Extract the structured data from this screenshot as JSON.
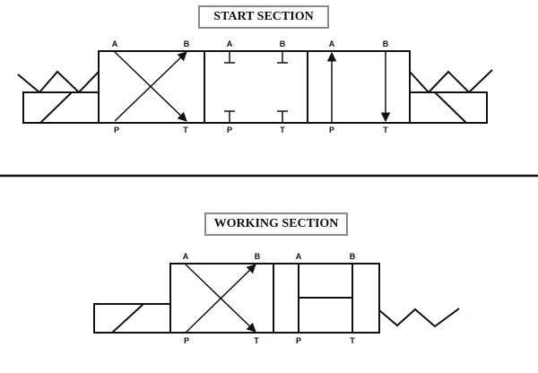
{
  "start_section": {
    "title": "START SECTION",
    "envelope1_ports": {
      "top_left": "A",
      "top_right": "B",
      "bottom_left": "P",
      "bottom_right": "T"
    },
    "envelope2_ports": {
      "top_left": "A",
      "top_right": "B",
      "bottom_left": "P",
      "bottom_right": "T"
    },
    "envelope3_ports": {
      "top_left": "A",
      "top_right": "B",
      "bottom_left": "P",
      "bottom_right": "T"
    }
  },
  "working_section": {
    "title": "WORKING SECTION",
    "envelope1_ports": {
      "top_left": "A",
      "top_right": "B",
      "bottom_left": "P",
      "bottom_right": "T"
    },
    "envelope2_ports": {
      "top_left": "A",
      "top_right": "B",
      "bottom_left": "P",
      "bottom_right": "T"
    }
  },
  "colors": {
    "line": "#111111",
    "title_border": "#8a8a8a",
    "separator": "#111111"
  }
}
